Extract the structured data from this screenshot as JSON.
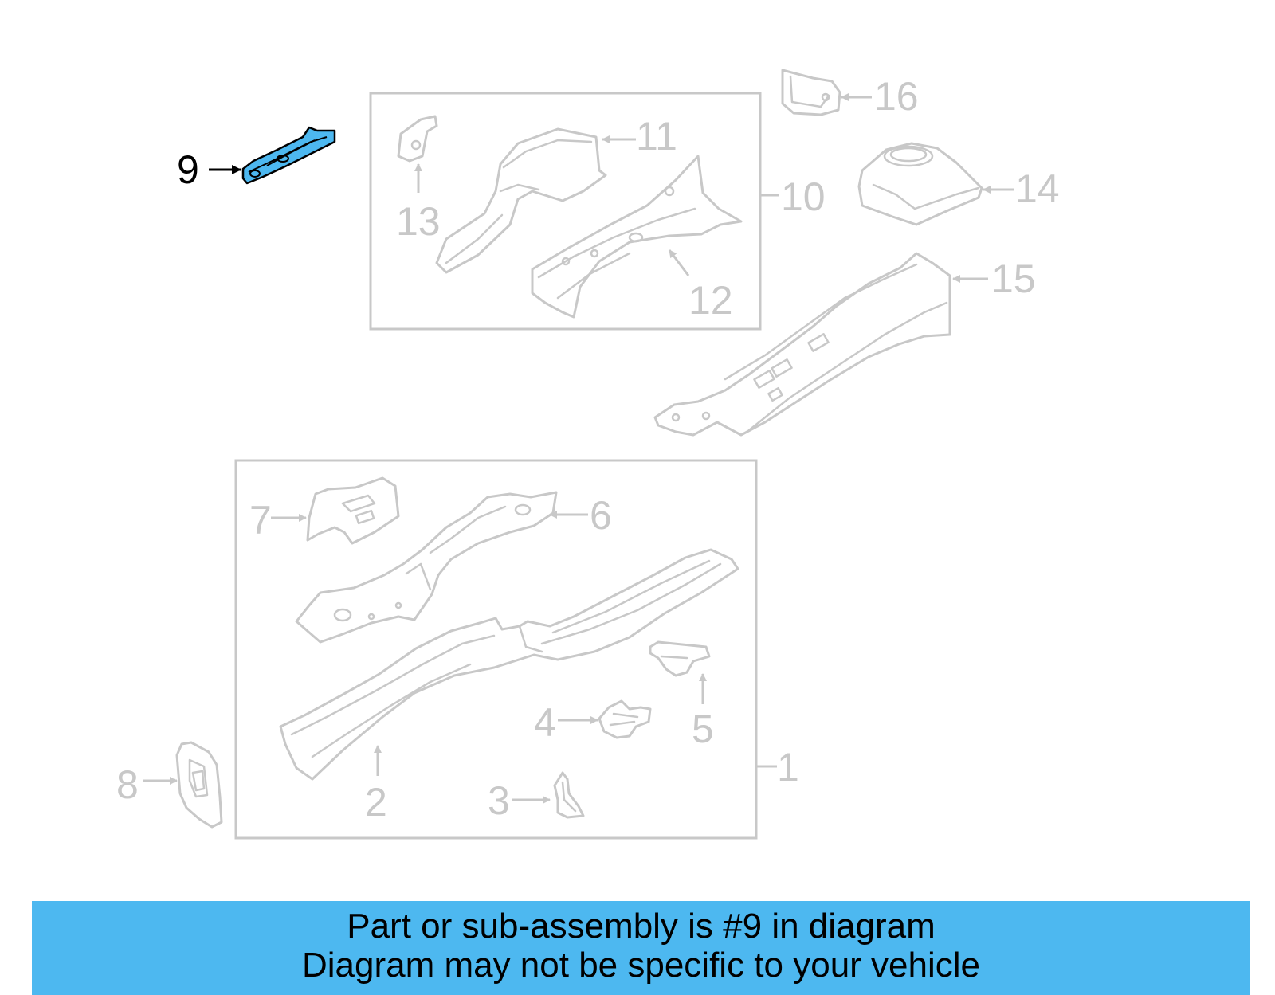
{
  "callouts": {
    "c1": "1",
    "c2": "2",
    "c3": "3",
    "c4": "4",
    "c5": "5",
    "c6": "6",
    "c7": "7",
    "c8": "8",
    "c9": "9",
    "c10": "10",
    "c11": "11",
    "c12": "12",
    "c13": "13",
    "c14": "14",
    "c15": "15",
    "c16": "16"
  },
  "highlighted_part": "9",
  "colors": {
    "highlight": "#4db8f0",
    "outline": "#c8c8c8",
    "banner": "#4db8f0"
  },
  "banner": {
    "line1": "Part or sub-assembly is #9 in diagram",
    "line2": "Diagram may not be specific to your vehicle"
  }
}
